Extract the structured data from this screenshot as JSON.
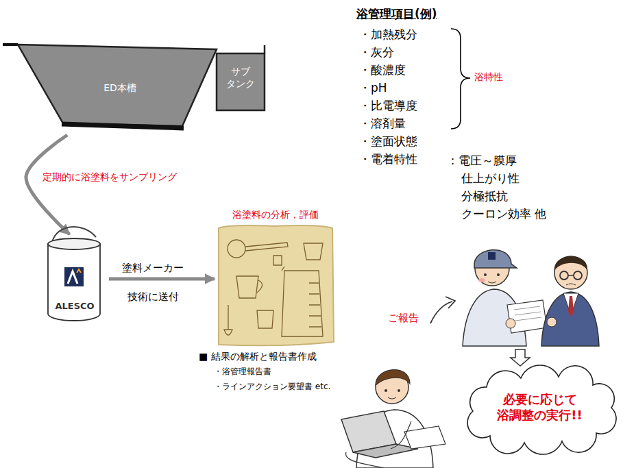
{
  "diagram": {
    "nodes": [
      {
        "text": [
          "ED本槽"
        ]
      },
      {
        "text": [
          "サブ タンク"
        ]
      },
      {
        "text": [
          "ALESCO"
        ]
      },
      {
        "text": [
          "浴塗料の分析，評価"
        ]
      },
      {
        "text": [
          "必要に応じて 浴調整の実行!!"
        ]
      }
    ],
    "edges": [
      {
        "from": 0,
        "to": 2,
        "arrow": "to",
        "label": "定期的に浴塗料をサンプリング"
      },
      {
        "from": 2,
        "to": 3,
        "arrow": "to",
        "label": "塗料メーカー"
      }
    ],
    "labels": [
      "浴管理項目(例)",
      "・加熱残分",
      "・灰分",
      "・酸濃度",
      "・pH",
      "・比電導度",
      "・溶剤量",
      "・塗面状態",
      "・電着特性",
      "浴特性",
      "：電圧～膜厚",
      "仕上がり性",
      "分極抵抗",
      "クーロン効率 他",
      "技術に送付",
      "■ 結果の解析と報告書作成",
      "・浴管理報告書",
      "・ラインアクション要望書 etc.",
      "ご報告"
    ]
  }
}
